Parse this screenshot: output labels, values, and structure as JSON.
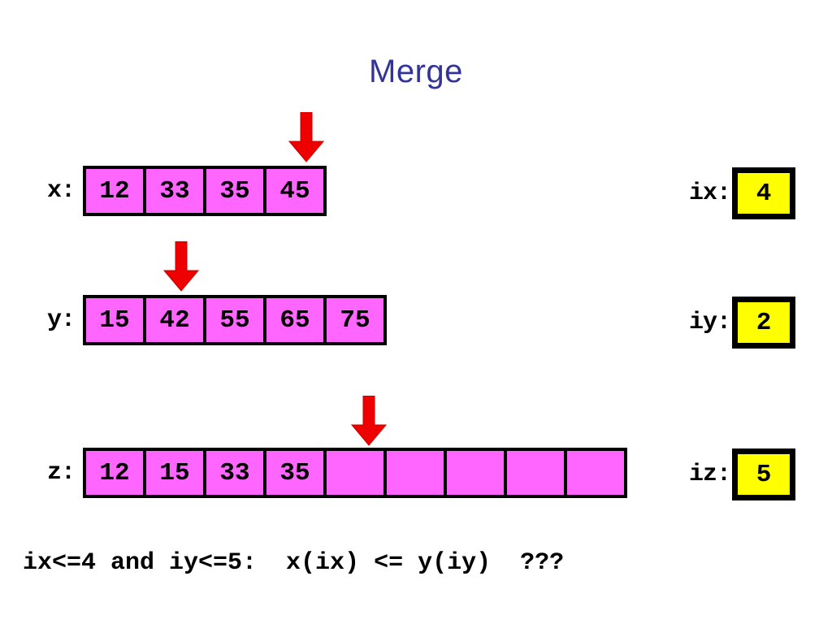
{
  "slide": {
    "title": "Merge",
    "title_color": "#33339a",
    "background": "#ffffff"
  },
  "colors": {
    "cell_fill": "#ff66ff",
    "index_fill": "#ffff00",
    "arrow": "#ee0000",
    "border": "#000000"
  },
  "arrays": {
    "x": {
      "label": "x:",
      "cells": [
        "12",
        "33",
        "35",
        "45"
      ],
      "pointer_index": 4
    },
    "y": {
      "label": "y:",
      "cells": [
        "15",
        "42",
        "55",
        "65",
        "75"
      ],
      "pointer_index": 2
    },
    "z": {
      "label": "z:",
      "cells": [
        "12",
        "15",
        "33",
        "35",
        "",
        "",
        "",
        "",
        ""
      ],
      "pointer_index": 5
    }
  },
  "indices": {
    "ix": {
      "label": "ix:",
      "value": "4"
    },
    "iy": {
      "label": "iy:",
      "value": "2"
    },
    "iz": {
      "label": "iz:",
      "value": "5"
    }
  },
  "caption": {
    "text": "ix<=4 and iy<=5:  x(ix) <= y(iy)  ???"
  }
}
